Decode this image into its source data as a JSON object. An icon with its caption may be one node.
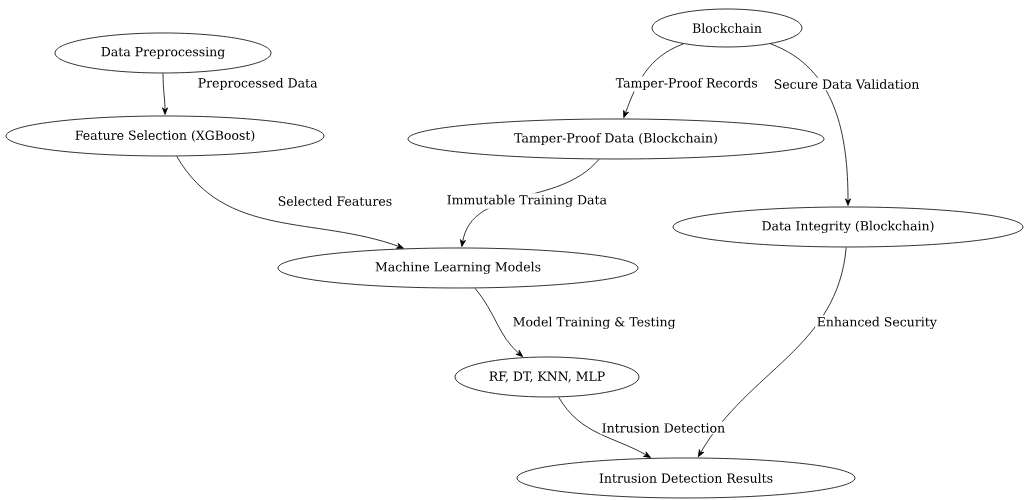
{
  "diagram": {
    "nodes": [
      {
        "text": [
          "Data Preprocessing"
        ]
      },
      {
        "text": [
          "Blockchain"
        ]
      },
      {
        "text": [
          "Feature Selection (XGBoost)"
        ]
      },
      {
        "text": [
          "Tamper-Proof Data (Blockchain)"
        ]
      },
      {
        "text": [
          "Data Integrity (Blockchain)"
        ]
      },
      {
        "text": [
          "Machine Learning Models"
        ]
      },
      {
        "text": [
          "RF, DT, KNN, MLP"
        ]
      },
      {
        "text": [
          "Intrusion Detection Results"
        ]
      }
    ],
    "edges": [
      {
        "from": 0,
        "to": 2,
        "arrow": "to",
        "label": "Preprocessed Data"
      },
      {
        "from": 1,
        "to": 3,
        "arrow": "to",
        "label": "Tamper-Proof Records"
      },
      {
        "from": 1,
        "to": 4,
        "arrow": "to",
        "label": "Secure Data Validation"
      },
      {
        "from": 2,
        "to": 5,
        "arrow": "to",
        "label": "Selected Features"
      },
      {
        "from": 3,
        "to": 5,
        "arrow": "to",
        "label": "Immutable Training Data"
      },
      {
        "from": 5,
        "to": 6,
        "arrow": "to",
        "label": "Model Training & Testing"
      },
      {
        "from": 4,
        "to": 7,
        "arrow": "to",
        "label": "Enhanced Security"
      },
      {
        "from": 6,
        "to": 7,
        "arrow": "to",
        "label": "Intrusion Detection"
      }
    ]
  }
}
